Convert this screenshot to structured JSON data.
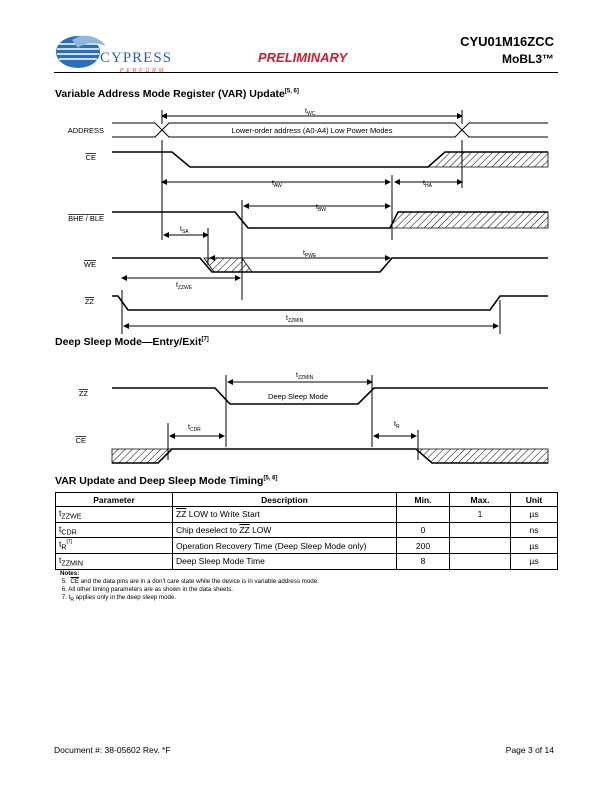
{
  "header": {
    "logo_text": "CYPRESS",
    "logo_sub": "PERFORM",
    "preliminary": "PRELIMINARY",
    "part_number": "CYU01M16ZCC",
    "family": "MoBL3™"
  },
  "section1": {
    "title": "Variable Address Mode Register (VAR) Update",
    "ref": "[5, 6]"
  },
  "diagram1": {
    "signals": [
      "ADDRESS",
      "CE",
      "BHE / BLE",
      "WE",
      "ZZ"
    ],
    "address_text": "Lower-order address (A0-A4) Low Power Modes",
    "t_wc": "WC",
    "t_aw": "AW",
    "t_ha": "HA",
    "t_bw": "BW",
    "t_sa": "SA",
    "t_pwe": "PWE",
    "t_zzwe": "ZZWE",
    "t_zzmin": "ZZMIN",
    "t": "t"
  },
  "section2": {
    "title": "Deep Sleep Mode—Entry/Exit",
    "ref": "[7]"
  },
  "diagram2": {
    "signals": [
      "ZZ",
      "CE"
    ],
    "box_text": "Deep Sleep Mode",
    "t_zzmin": "ZZMIN",
    "t_cdr": "CDR",
    "t_r": "R",
    "t": "t"
  },
  "section3": {
    "title": "VAR Update and Deep Sleep Mode Timing",
    "ref": "[5, 6]"
  },
  "table": {
    "headers": [
      "Parameter",
      "Description",
      "Min.",
      "Max.",
      "Unit"
    ],
    "rows": [
      {
        "param": "t",
        "sub": "ZZWE",
        "sup": "",
        "desc_ov": "ZZ",
        "desc": " LOW to Write Start",
        "min": "",
        "max": "1",
        "unit": "µs"
      },
      {
        "param": "t",
        "sub": "CDR",
        "sup": "",
        "desc_ov": "",
        "desc": "Chip deselect to ",
        "desc_ov2": "ZZ",
        "desc2": " LOW",
        "min": "0",
        "max": "",
        "unit": "ns"
      },
      {
        "param": "t",
        "sub": "R",
        "sup": "[7]",
        "desc_ov": "",
        "desc": "Operation Recovery Time (Deep Sleep Mode only)",
        "min": "200",
        "max": "",
        "unit": "µs"
      },
      {
        "param": "t",
        "sub": "ZZMIN",
        "sup": "",
        "desc_ov": "",
        "desc": "Deep Sleep Mode Time",
        "min": "8",
        "max": "",
        "unit": "µs"
      }
    ]
  },
  "notes": {
    "heading": "Notes:",
    "n5_prefix": "5.",
    "n5_ov": "CE",
    "n5": " and the data pins are in a don't care state while the device is in variable address mode.",
    "n6": "6.  All other timing parameters are as shown in the data sheets.",
    "n7_prefix": "7.  t",
    "n7_sub": "R",
    "n7": " applies only in the deep sleep mode."
  },
  "footer": {
    "doc": "Document #: 38-05602 Rev. *F",
    "page": "Page 3 of 14"
  }
}
